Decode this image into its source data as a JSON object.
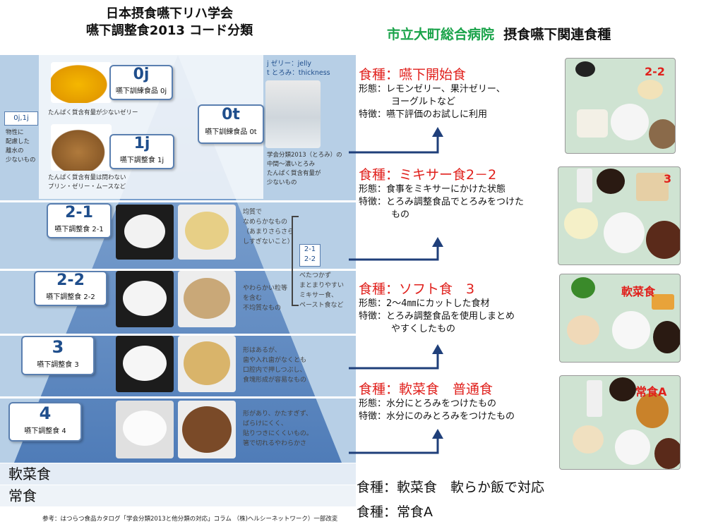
{
  "header": {
    "left_line1": "日本摂食嚥下リハ学会",
    "left_line2": "嚥下調整食2013 コード分類",
    "hospital": "市立大町総合病院",
    "right_rest": "摂食嚥下関連食種"
  },
  "pyramid": {
    "legend_j": "j ゼリー：jelly",
    "legend_t": "t とろみ：thickness",
    "side_tag": "0j,1j",
    "side_note": [
      "物性に",
      "配慮した",
      "離水の",
      "少ないもの"
    ],
    "levels": {
      "l0j": {
        "code": "0j",
        "name": "嚥下訓練食品 0j",
        "note": "たんぱく質含有量が少ないゼリー"
      },
      "l1j": {
        "code": "1j",
        "name": "嚥下調整食 1j",
        "note": "たんぱく質含有量は問わない\nプリン・ゼリー・ムースなど"
      },
      "l0t": {
        "code": "0t",
        "name": "嚥下訓練食品 0t",
        "note": "学会分類2013（とろみ）の\n中間～濃いとろみ\nたんぱく質含有量が\n少ないもの"
      },
      "l21": {
        "code": "2-1",
        "name": "嚥下調整食 2-1",
        "desc": "均質で\nなめらかなもの\n（あまりさらさら\nしすぎないこと）"
      },
      "l22": {
        "code": "2-2",
        "name": "嚥下調整食 2-2",
        "desc": "やわらかい粒等\nを含む\n不均質なもの"
      },
      "l3": {
        "code": "3",
        "name": "嚥下調整食 3",
        "desc": "形はあるが、\n歯や入れ歯がなくとも\n口腔内で押しつぶし、\n食塊形成が容易なもの"
      },
      "l4": {
        "code": "4",
        "name": "嚥下調整食 4",
        "desc": "形があり、かたすぎず、\nばらけにくく、\n貼りつきにくくいもの。\n箸で切れるやわらかさ"
      }
    },
    "bracket_tag": "2-1\n2-2",
    "bracket_desc": "べたつかず\nまとまりやすい\nミキサー食、\nペースト食など"
  },
  "bands": [
    "軟菜食",
    "常食"
  ],
  "reference": "参考：はつらつ食品カタログ「学会分類2013と他分類の対応」コラム （株)ヘルシーネットワーク）一部改変",
  "sections": [
    {
      "head": "食種：嚥下開始食",
      "lines": [
        "形態：レモンゼリー、果汁ゼリー、",
        "ヨーグルトなど",
        "特徴：嚥下評価のお試しに利用"
      ],
      "tag": "2-2"
    },
    {
      "head": "食種：ミキサー食2－2",
      "lines": [
        "形態：食事をミキサーにかけた状態",
        "特徴：とろみ調整食品でとろみをつけた",
        "もの"
      ],
      "tag": "3"
    },
    {
      "head": "食種：ソフト食　3",
      "lines": [
        "形態：2～4㎜にカットした食材",
        "特徴：とろみ調整食品を使用しまとめ",
        "やすくしたもの"
      ],
      "tag": "軟菜食"
    },
    {
      "head": "食種：軟菜食　普通食",
      "lines": [
        "形態：水分にとろみをつけたもの",
        "特徴：水分にのみとろみをつけたもの"
      ],
      "tag": "常食A"
    }
  ],
  "bottom": [
    "食種：軟菜食　軟らか飯で対応",
    "食種：常食A"
  ],
  "colors": {
    "accent_red": "#e0201c",
    "hospital_green": "#1aa34a",
    "arrow_blue": "#1f3f7a"
  }
}
